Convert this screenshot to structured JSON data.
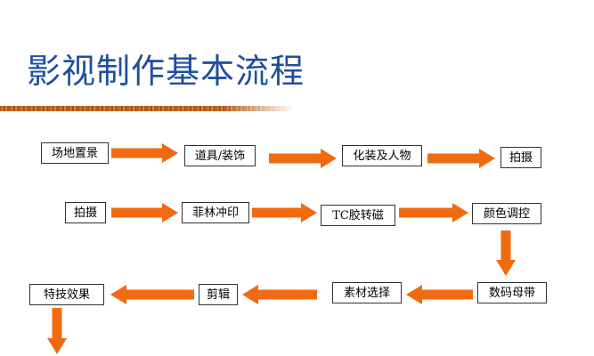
{
  "title": "影视制作基本流程",
  "colors": {
    "title": "#1f4fa0",
    "arrow": "#f26a10",
    "box_border": "#333333"
  },
  "steps": [
    "场地置景",
    "道具/装饰",
    "化装及人物",
    "拍摄",
    "拍摄",
    "菲林冲印",
    "TC胶转磁",
    "颜色调控",
    "数码母带",
    "素材选择",
    "剪辑",
    "特技效果"
  ]
}
